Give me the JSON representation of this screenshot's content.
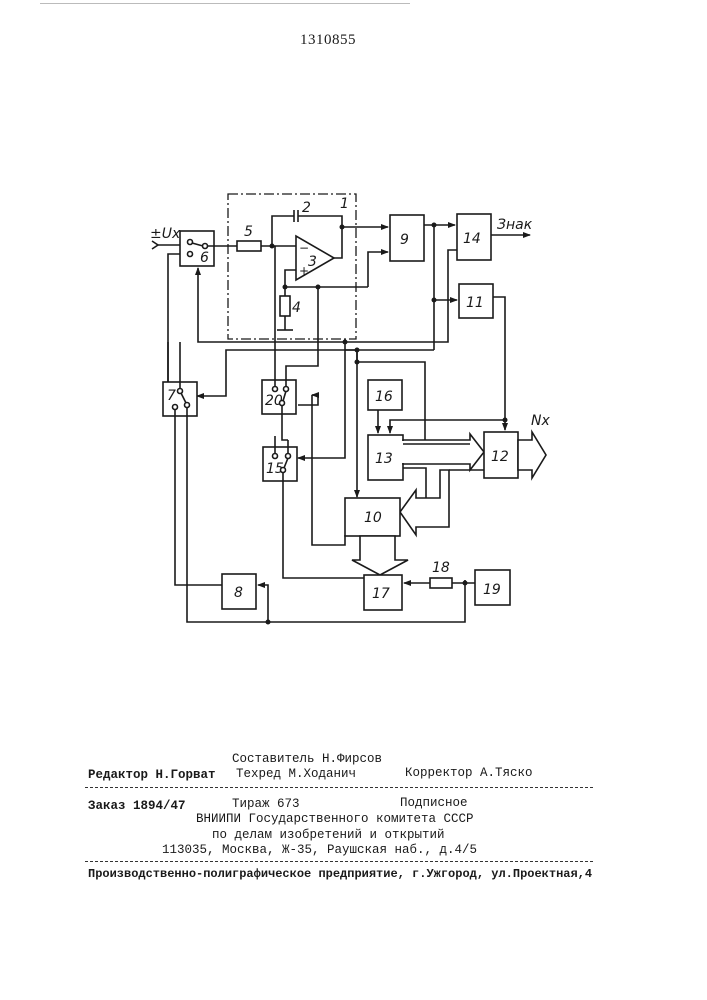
{
  "document": {
    "patent_number": "1310855"
  },
  "diagram": {
    "input_label": "±Ux",
    "sign_output_label": "Знак",
    "code_output_label": "Nx",
    "blocks": [
      {
        "id": "1",
        "label": "1"
      },
      {
        "id": "2",
        "label": "2"
      },
      {
        "id": "3",
        "label": "3"
      },
      {
        "id": "4",
        "label": "4"
      },
      {
        "id": "5",
        "label": "5"
      },
      {
        "id": "6",
        "label": "6"
      },
      {
        "id": "7",
        "label": "7"
      },
      {
        "id": "8",
        "label": "8"
      },
      {
        "id": "9",
        "label": "9"
      },
      {
        "id": "10",
        "label": "10"
      },
      {
        "id": "11",
        "label": "11"
      },
      {
        "id": "12",
        "label": "12"
      },
      {
        "id": "13",
        "label": "13"
      },
      {
        "id": "14",
        "label": "14"
      },
      {
        "id": "15",
        "label": "15"
      },
      {
        "id": "16",
        "label": "16"
      },
      {
        "id": "17",
        "label": "17"
      },
      {
        "id": "18",
        "label": "18"
      },
      {
        "id": "19",
        "label": "19"
      },
      {
        "id": "20",
        "label": "20"
      }
    ],
    "opamp_minus": "−",
    "opamp_plus": "+"
  },
  "footer": {
    "compiler": "Составитель Н.Фирсов",
    "editor": "Редактор Н.Горват",
    "techeditor": "Техред М.Ходанич",
    "corrector": "Корректор А.Тяско",
    "order": "Заказ 1894/47",
    "circulation": "Тираж 673",
    "subscription": "Подписное",
    "org_line1": "ВНИИПИ Государственного комитета СССР",
    "org_line2": "по делам изобретений и открытий",
    "address": "113035, Москва, Ж-35, Раушская наб., д.4/5",
    "printer": "Производственно-полиграфическое предприятие, г.Ужгород, ул.Проектная,4"
  }
}
